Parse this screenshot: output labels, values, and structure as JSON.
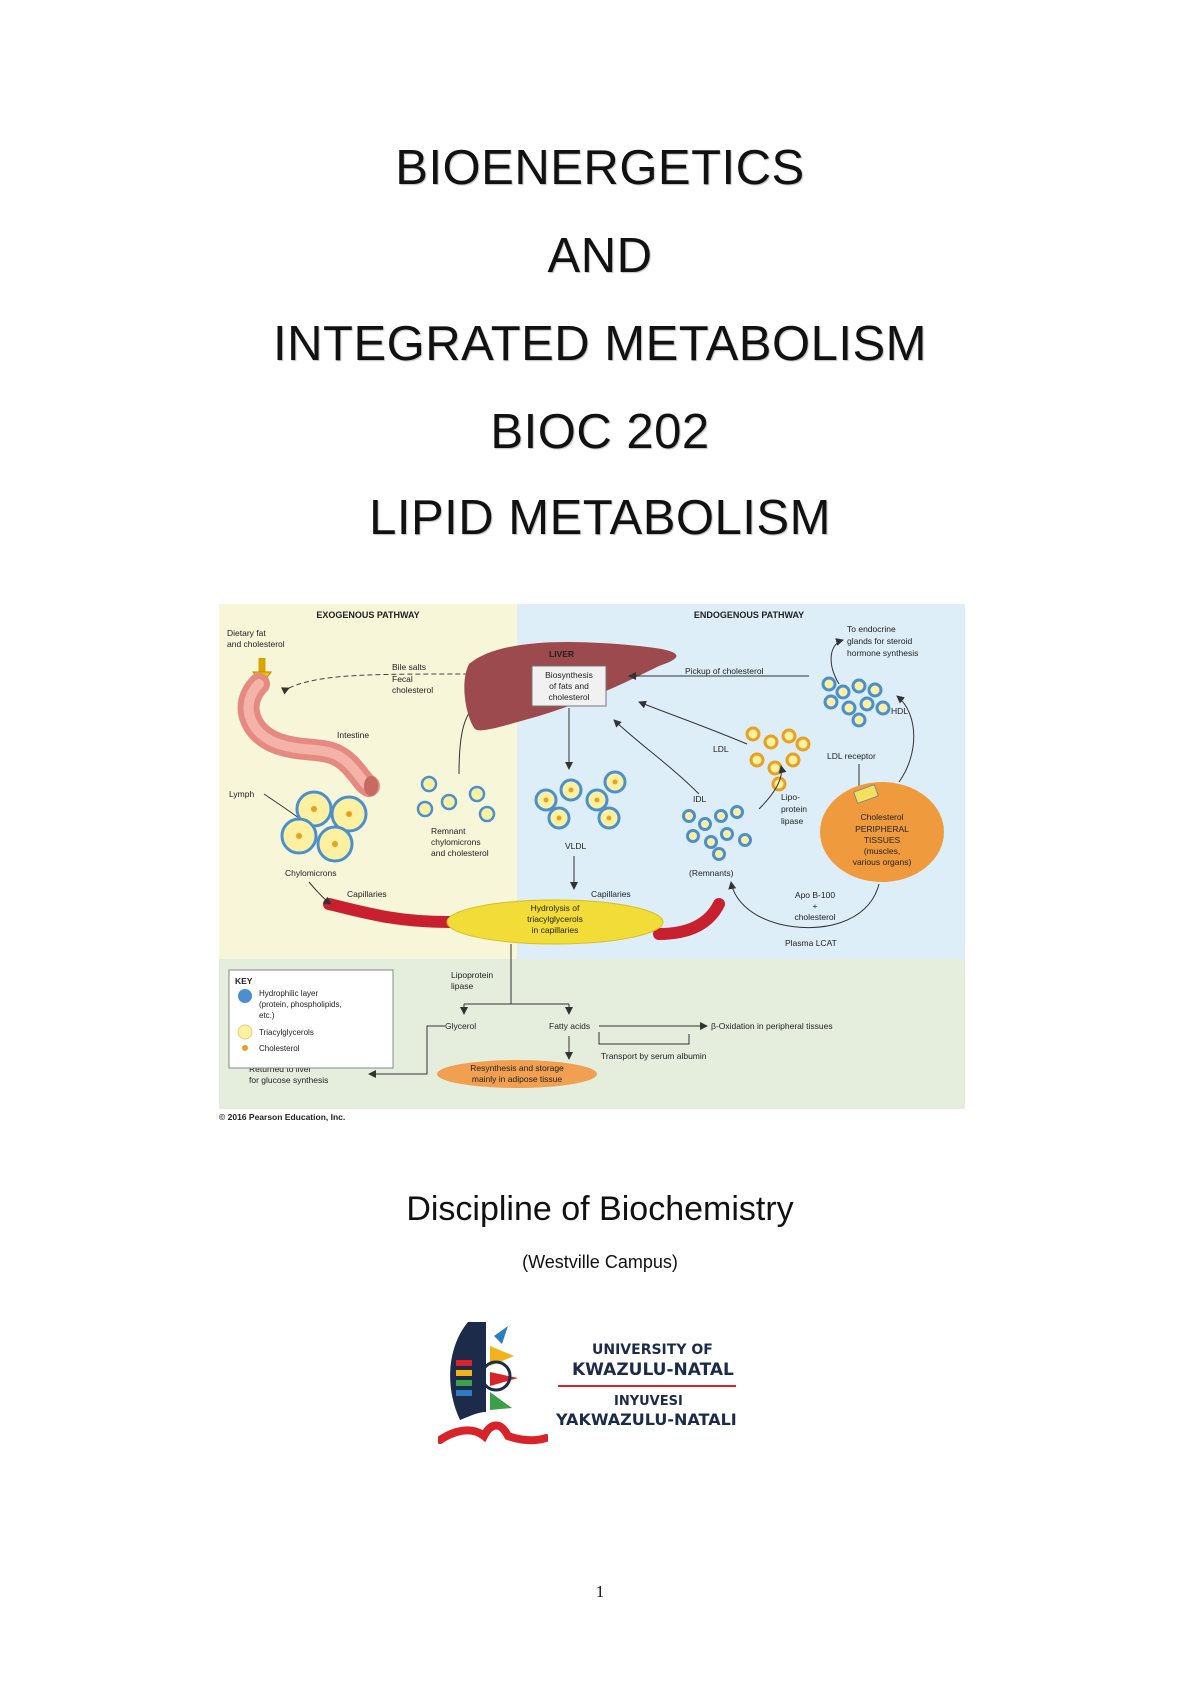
{
  "title_lines": [
    "BIOENERGETICS",
    "AND",
    "INTEGRATED METABOLISM",
    "BIOC 202",
    "LIPID METABOLISM"
  ],
  "figure": {
    "exogenous_header": "EXOGENOUS PATHWAY",
    "endogenous_header": "ENDOGENOUS PATHWAY",
    "dietary_fat": [
      "Dietary fat",
      "and cholesterol"
    ],
    "bile": [
      "Bile salts",
      "Fecal",
      "cholesterol"
    ],
    "intestine": "Intestine",
    "lymph": "Lymph",
    "chylomicrons": "Chylomicrons",
    "remnant": [
      "Remnant",
      "chylomicrons",
      "and cholesterol"
    ],
    "liver": "LIVER",
    "biosynthesis": [
      "Biosynthesis",
      "of fats and",
      "cholesterol"
    ],
    "vldl": "VLDL",
    "pickup": "Pickup of cholesterol",
    "endocrine": [
      "To endocrine",
      "glands for steroid",
      "hormone synthesis"
    ],
    "hdl": "HDL",
    "ldl": "LDL",
    "ldl_receptor": "LDL receptor",
    "idl": "IDL",
    "lipo_lipase": [
      "Lipo-",
      "protein",
      "lipase"
    ],
    "remnants": "(Remnants)",
    "peripheral": [
      "Cholesterol",
      "PERIPHERAL",
      "TISSUES",
      "(muscles,",
      "various organs)"
    ],
    "apo": [
      "Apo B-100",
      "+",
      "cholesterol"
    ],
    "plasma_lcat": "Plasma LCAT",
    "capillaries": "Capillaries",
    "hydrolysis": [
      "Hydrolysis of",
      "triacylglycerols",
      "in capillaries"
    ],
    "lipoprotein_lipase": [
      "Lipoprotein",
      "lipase"
    ],
    "glycerol": "Glycerol",
    "fatty_acids": "Fatty acids",
    "beta_oxidation": "β-Oxidation in peripheral tissues",
    "transport": "Transport by serum albumin",
    "returned": [
      "Returned to liver",
      "for glucose synthesis"
    ],
    "resynthesis": [
      "Resynthesis and storage",
      "mainly in adipose tissue"
    ],
    "key_title": "KEY",
    "key_items": [
      [
        "Hydrophilic layer",
        "(protein, phospholipids,",
        "etc.)"
      ],
      [
        "Triacylglycerols"
      ],
      [
        "Cholesterol"
      ]
    ],
    "copyright": "© 2016 Pearson Education, Inc."
  },
  "discipline": "Discipline of Biochemistry",
  "campus": "(Westville Campus)",
  "logo": {
    "line1": "UNIVERSITY OF",
    "line2": "KWAZULU-NATAL",
    "line3": "INYUVESI",
    "line4": "YAKWAZULU-NATALI"
  },
  "page_number": "1",
  "colors": {
    "exogenous_bg": "#f8f6d9",
    "endogenous_bg": "#ddeef8",
    "bottom_bg": "#e5eedd",
    "liver": "#9c4a4e",
    "capillary": "#c8202e",
    "hydrolysis": "#f2dc38",
    "peripheral": "#f09a3e",
    "particle_outer": "#4c8fcf",
    "particle_inner": "#fdf0a0",
    "logo_navy": "#1c2b4a",
    "logo_red": "#d8232a"
  }
}
